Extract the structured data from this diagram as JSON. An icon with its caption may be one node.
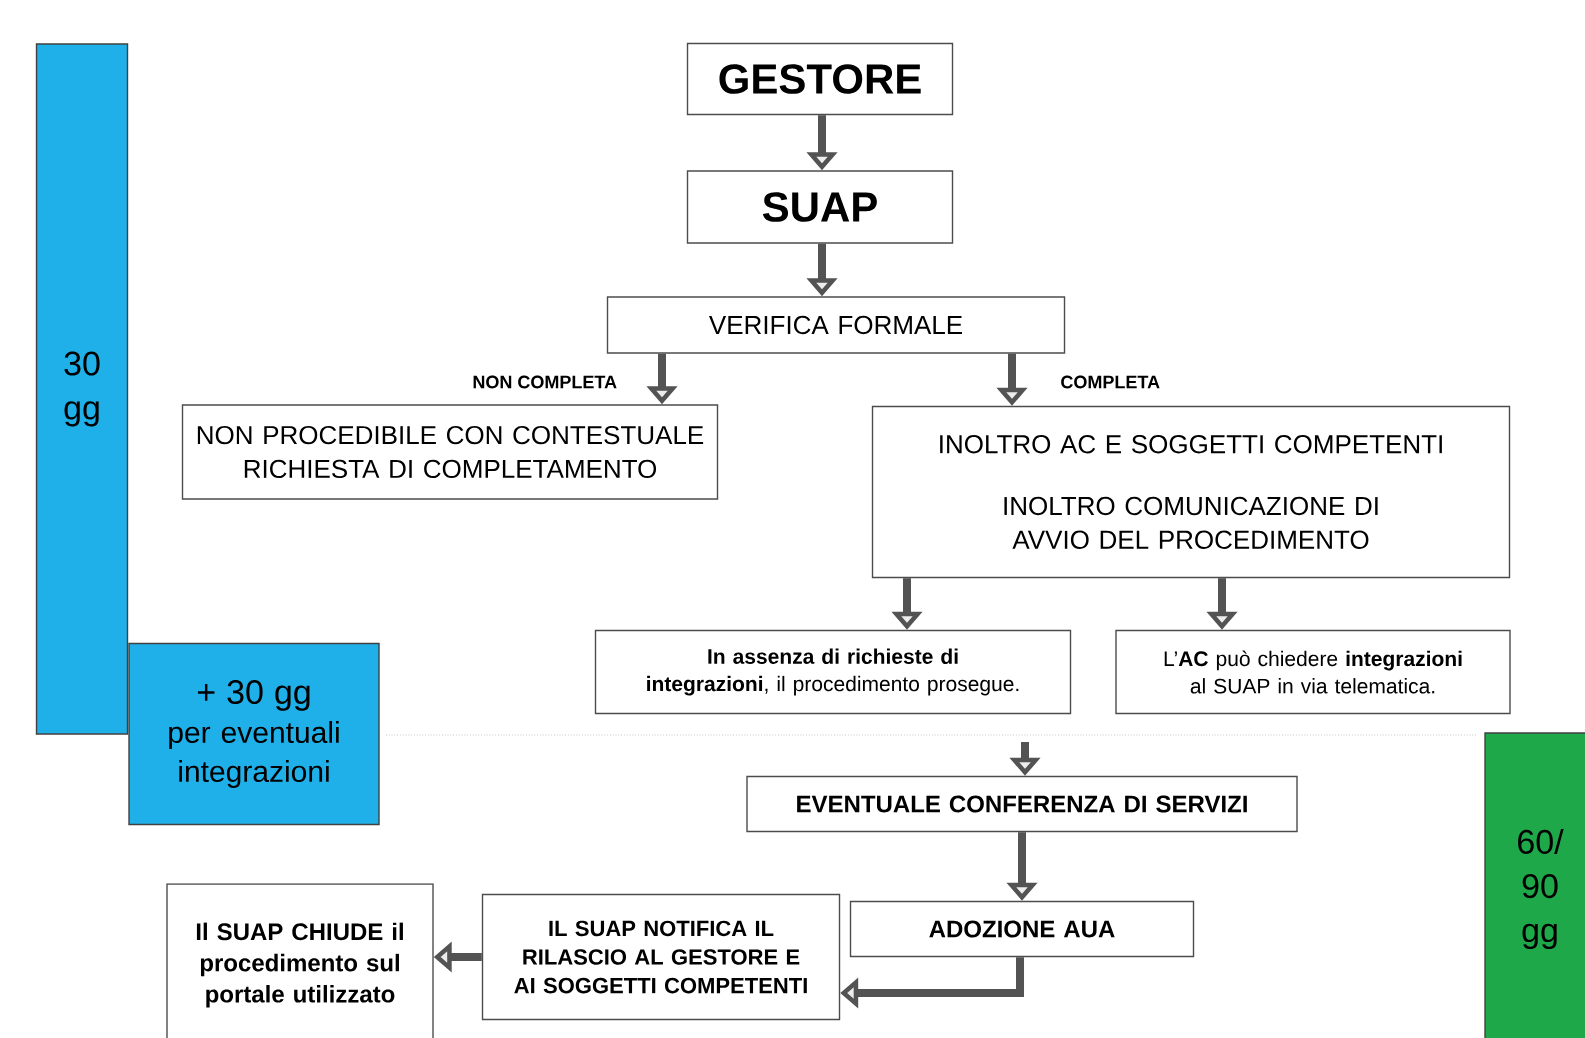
{
  "diagram": {
    "nodes": [
      {
        "text": [
          "GESTORE"
        ]
      },
      {
        "text": [
          "SUAP"
        ]
      },
      {
        "text": [
          "VERIFICA FORMALE"
        ]
      },
      {
        "text": [
          "NON PROCEDIBILE CON CONTESTUALE RICHIESTA DI COMPLETAMENTO"
        ]
      },
      {
        "text": [
          "INOLTRO AC E SOGGETTI COMPETENTI",
          "INOLTRO COMUNICAZIONE DI AVVIO DEL PROCEDIMENTO"
        ]
      },
      {
        "text": [
          "**In assenza di richieste di integrazioni**, il procedimento prosegue."
        ]
      },
      {
        "text": [
          "L’**AC** può chiedere **integrazioni** al SUAP in via telematica."
        ]
      },
      {
        "text": [
          "EVENTUALE CONFERENZA DI SERVIZI"
        ]
      },
      {
        "text": [
          "ADOZIONE AUA"
        ]
      },
      {
        "text": [
          "IL SUAP NOTIFICA IL RILASCIO AL GESTORE E AI SOGGETTI COMPETENTI"
        ]
      },
      {
        "text": [
          "Il SUAP CHIUDE il procedimento sul portale utilizzato"
        ]
      },
      {
        "text": [
          "30 gg"
        ]
      },
      {
        "text": [
          "+ 30 gg",
          "per eventuali integrazioni"
        ]
      },
      {
        "text": [
          "60/ 90 gg"
        ]
      }
    ],
    "edges": [
      {
        "from": 0,
        "to": 1,
        "arrow": "to"
      },
      {
        "from": 1,
        "to": 2,
        "arrow": "to"
      },
      {
        "from": 2,
        "to": 3,
        "arrow": "to",
        "label": "NON COMPLETA"
      },
      {
        "from": 2,
        "to": 4,
        "arrow": "to",
        "label": "COMPLETA"
      },
      {
        "from": 4,
        "to": 5,
        "arrow": "to"
      },
      {
        "from": 4,
        "to": 6,
        "arrow": "to"
      },
      {
        "from": null,
        "to": 7,
        "arrow": "to"
      },
      {
        "from": 7,
        "to": 8,
        "arrow": "to"
      },
      {
        "from": 8,
        "to": 9,
        "arrow": "to"
      },
      {
        "from": 9,
        "to": 10,
        "arrow": "to"
      }
    ]
  }
}
